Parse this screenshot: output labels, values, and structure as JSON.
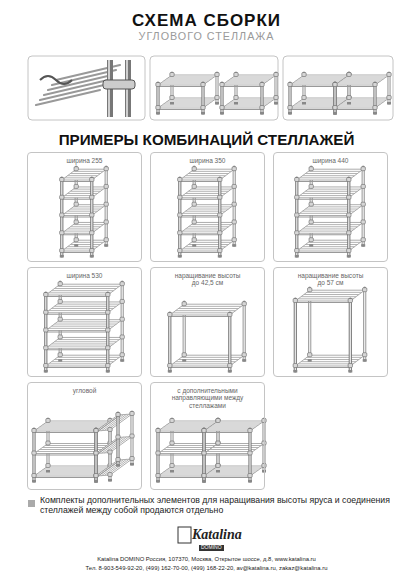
{
  "diagram": {
    "title": "СХЕМА СБОРКИ",
    "nodes": [
      {
        "text": [
          "ширина 255"
        ]
      },
      {
        "text": [
          "ширина 350"
        ]
      },
      {
        "text": [
          "ширина 440"
        ]
      },
      {
        "text": [
          "ширина 530"
        ]
      },
      {
        "text": [
          "наращивание высоты до 42,5 см"
        ]
      },
      {
        "text": [
          "наращивание высоты до 57 см"
        ]
      },
      {
        "text": [
          "угловой"
        ]
      },
      {
        "text": [
          "с дополнительными направляющими между стеллажами"
        ]
      }
    ],
    "labels": [
      "УГЛОВОГО СТЕЛЛАЖА",
      "ПРИМЕРЫ КОМБИНАЦИЙ СТЕЛЛАЖЕЙ",
      "Комплекты дополнительных элементов для наращивания высоты яруса и соединения стеллажей между собой продаются отдельно",
      "Katalina",
      "DOMINO",
      "Katalina DOMINO Россия, 107370, Москва, Открытое шоссе, д.8, www.katalina.ru",
      "Тел. 8-903-549-92-20, (499) 162-70-00, (499) 168-22-20, av@katalina.ru, zakaz@katalina.ru"
    ]
  }
}
